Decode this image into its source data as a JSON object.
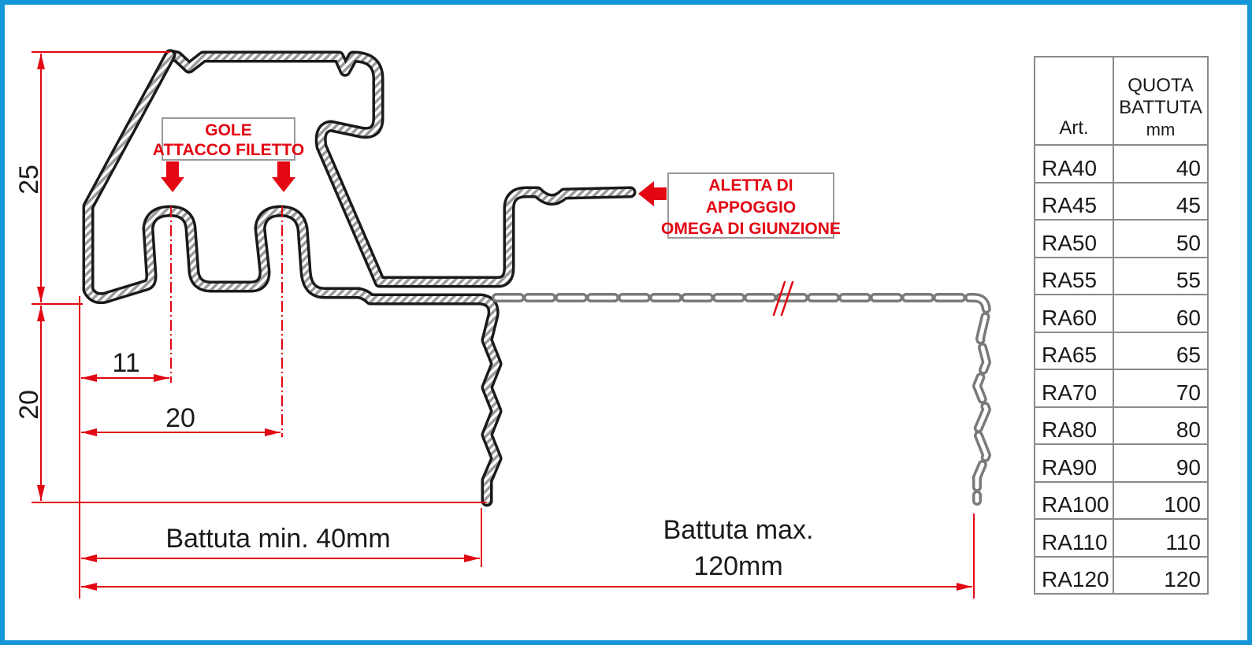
{
  "dimensions": {
    "height_top": "25",
    "height_bottom": "20",
    "width_11": "11",
    "width_20": "20",
    "battuta_min": "Battuta min. 40mm",
    "battuta_max_line1": "Battuta max.",
    "battuta_max_line2": "120mm"
  },
  "callouts": {
    "gole_line1": "GOLE",
    "gole_line2": "ATTACCO FILETTO",
    "aletta_line1": "ALETTA DI",
    "aletta_line2": "APPOGGIO",
    "aletta_line3": "OMEGA DI GIUNZIONE"
  },
  "table": {
    "header_art": "Art.",
    "header_quota_line1": "QUOTA",
    "header_quota_line2": "BATTUTA",
    "header_quota_line3": "mm",
    "rows": [
      {
        "art": "RA40",
        "quota": "40"
      },
      {
        "art": "RA45",
        "quota": "45"
      },
      {
        "art": "RA50",
        "quota": "50"
      },
      {
        "art": "RA55",
        "quota": "55"
      },
      {
        "art": "RA60",
        "quota": "60"
      },
      {
        "art": "RA65",
        "quota": "65"
      },
      {
        "art": "RA70",
        "quota": "70"
      },
      {
        "art": "RA80",
        "quota": "80"
      },
      {
        "art": "RA90",
        "quota": "90"
      },
      {
        "art": "RA100",
        "quota": "100"
      },
      {
        "art": "RA110",
        "quota": "110"
      },
      {
        "art": "RA120",
        "quota": "120"
      }
    ]
  },
  "colors": {
    "frame": "#1596d6",
    "dimension": "#e30613",
    "profile": "#1a1a1a",
    "hatch": "#b0b0b0",
    "table_border": "#8a8a8a"
  }
}
